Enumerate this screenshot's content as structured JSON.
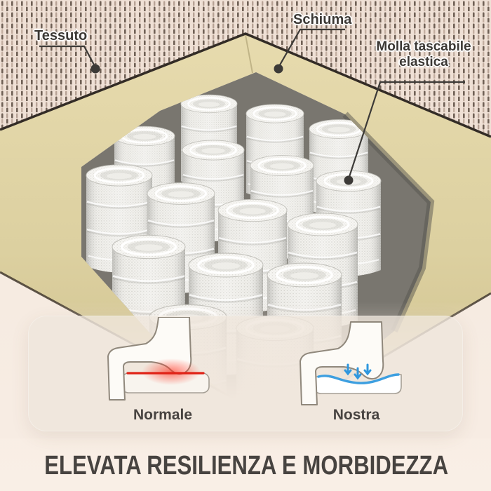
{
  "scene": {
    "callouts": {
      "tessuto": "Tessuto",
      "schiuma": "Schiuma",
      "molla": "Molla tascabile elastica"
    },
    "layers": {
      "fabric": "knitted mattress cover fabric",
      "foam": "foam border layer",
      "springs": "pocket spring coils"
    }
  },
  "comparison": {
    "left_label": "Normale",
    "right_label": "Nostra"
  },
  "headline": "ELEVATA RESILIENZA E MORBIDEZZA",
  "colors": {
    "accent_red": "#e02317",
    "accent_blue": "#3d9fe0",
    "foam": "#ddd0a0",
    "fabric_base": "#efe0d5",
    "background": "#f8ece2",
    "panel": "#eee5db",
    "label_text": "#3b3834",
    "headline_text": "#474340"
  }
}
